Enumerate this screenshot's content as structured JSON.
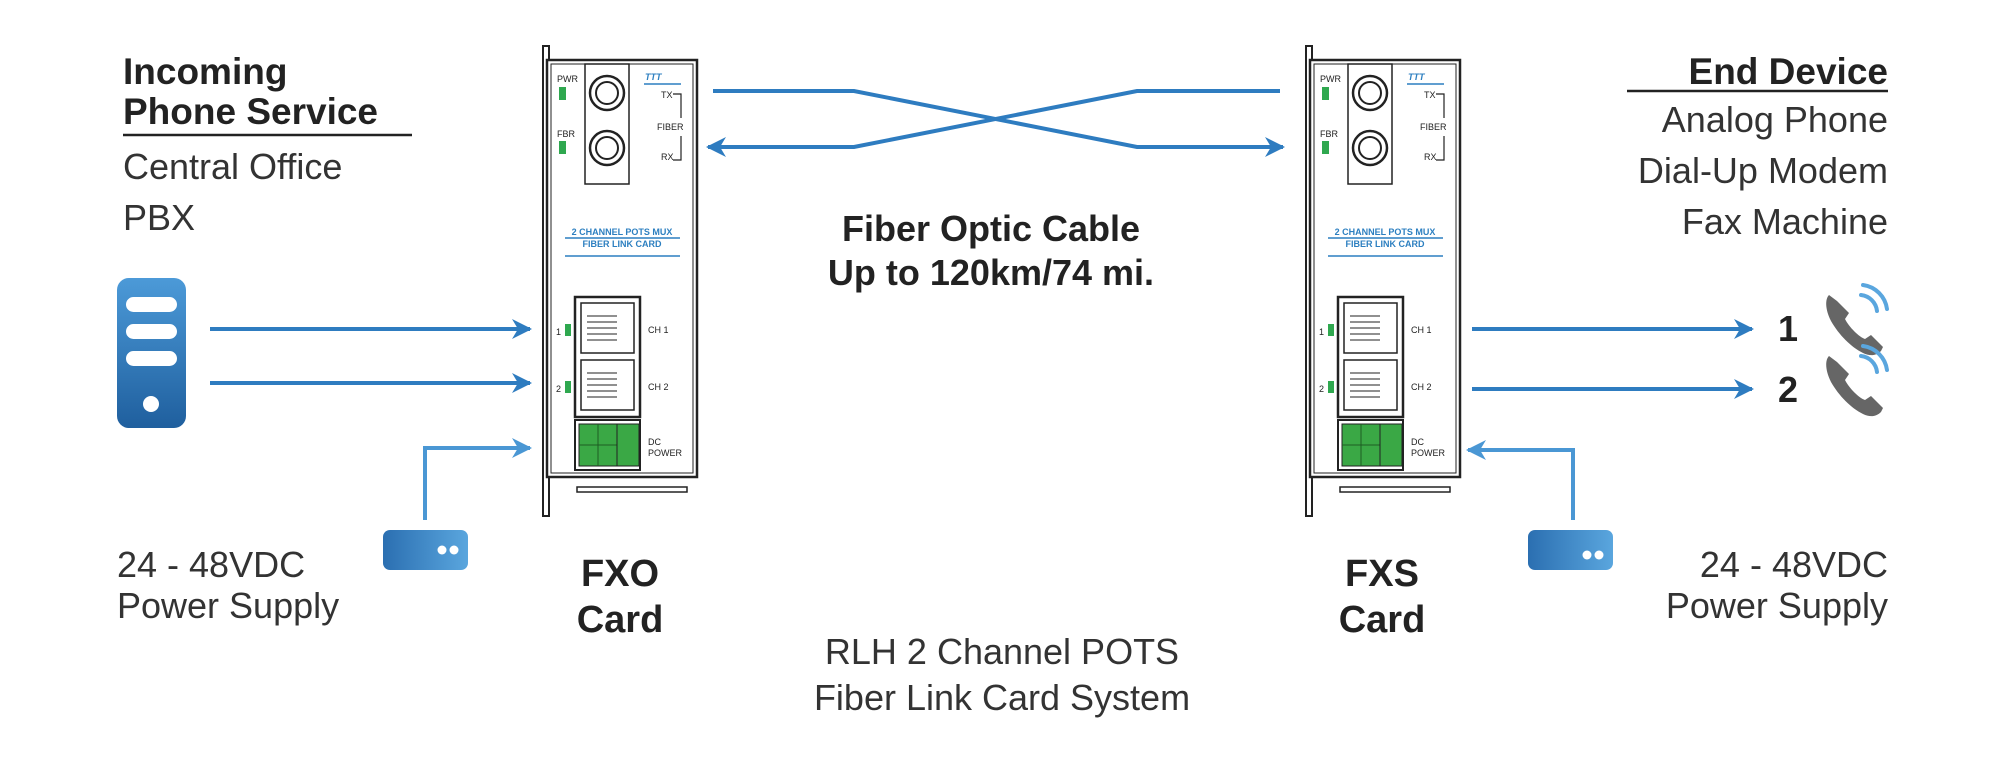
{
  "colors": {
    "line": "#2e7cc0",
    "line_light": "#5aa6de",
    "icon_dark": "#1f5f9e",
    "icon_light": "#4c9ad8",
    "led_green": "#2fa84f",
    "terminal_green": "#3aa845",
    "text_dark": "#222222",
    "phone_gray": "#666666"
  },
  "left": {
    "heading_line1": "Incoming",
    "heading_line2": "Phone Service",
    "items": [
      "Central Office",
      "PBX"
    ],
    "power_line1": "24 - 48VDC",
    "power_line2": "Power Supply",
    "server_icon": "server-icon",
    "psu_icon": "power-supply-icon"
  },
  "right": {
    "heading": "End Device",
    "items": [
      "Analog Phone",
      "Dial-Up Modem",
      "Fax Machine"
    ],
    "power_line1": "24 - 48VDC",
    "power_line2": "Power Supply",
    "phones": [
      {
        "number": "1",
        "icon": "phone-icon"
      },
      {
        "number": "2",
        "icon": "phone-icon"
      }
    ],
    "psu_icon": "power-supply-icon"
  },
  "fiber": {
    "line1": "Fiber Optic Cable",
    "line2": "Up to 120km/74 mi."
  },
  "fxo": {
    "line1": "FXO",
    "line2": "Card"
  },
  "fxs": {
    "line1": "FXS",
    "line2": "Card"
  },
  "device": {
    "logo": "TTT",
    "pwr": "PWR",
    "fbr": "FBR",
    "tx": "TX",
    "rx": "RX",
    "fiber": "FIBER",
    "title_line1": "2 CHANNEL POTS MUX",
    "title_line2": "FIBER LINK CARD",
    "ch1": "CH 1",
    "ch2": "CH 2",
    "port1": "1",
    "port2": "2",
    "dc": "DC",
    "power": "POWER"
  },
  "caption": {
    "line1": "RLH 2 Channel POTS",
    "line2": "Fiber Link Card System"
  }
}
